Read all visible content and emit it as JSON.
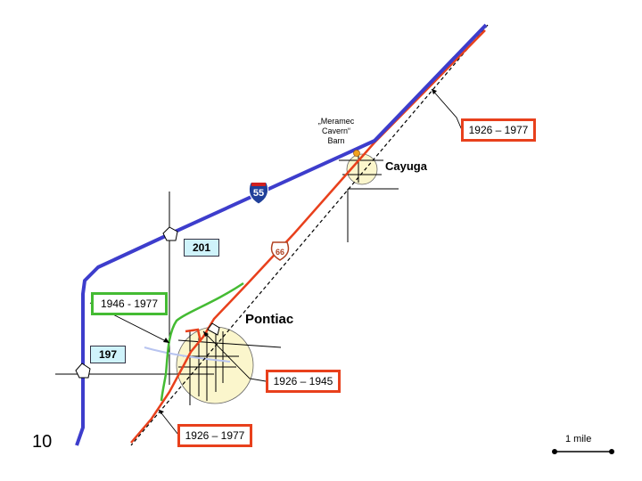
{
  "page_number": "10",
  "places": {
    "cayuga": "Cayuga",
    "pontiac": "Pontiac",
    "barn_line1": "„Meramec",
    "barn_line2": "Cavern“",
    "barn_line3": "Barn"
  },
  "shields": {
    "interstate": "55",
    "us_route": "66",
    "route_201": "201",
    "route_197": "197"
  },
  "callouts": {
    "top_right": "1926 – 1977",
    "green": "1946 - 1977",
    "pontiac_inner": "1926 – 1945",
    "bottom": "1926 – 1977"
  },
  "scale_label": "1 mile",
  "colors": {
    "interstate": "#3d3dcc",
    "route66": "#e8401c",
    "alignment_1946": "#44bb33",
    "town_fill": "#fbf6cc"
  }
}
